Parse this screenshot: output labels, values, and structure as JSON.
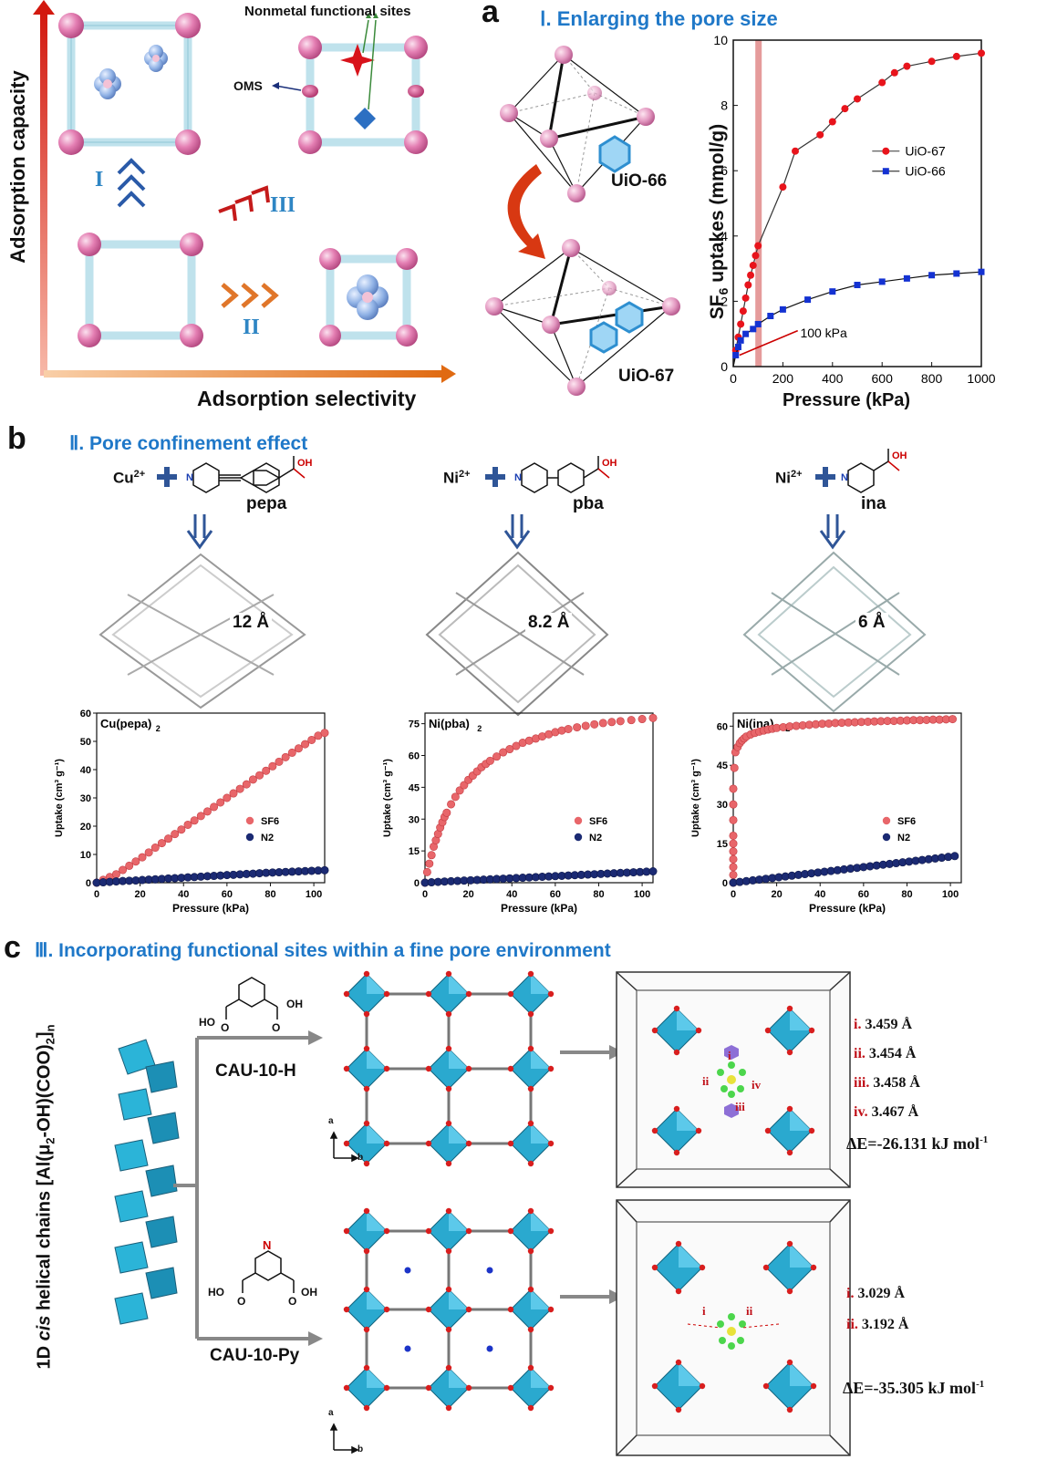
{
  "schematic": {
    "y_axis_label": "Adsorption capacity",
    "x_axis_label": "Adsorption selectivity",
    "label_nonmetal": "Nonmetal functional sites",
    "label_oms": "OMS",
    "route_I": "I",
    "route_II": "II",
    "route_III": "III"
  },
  "panel_a": {
    "letter": "a",
    "title": "Ⅰ. Enlarging the pore size",
    "mof_top": "UiO-66",
    "mof_bottom": "UiO-67",
    "colors": {
      "uio67": "#e8141c",
      "uio66": "#1432d2",
      "highlight": "#e59b9b"
    }
  },
  "chart_data": [
    {
      "type": "line",
      "ylabel_main": "SF",
      "ylabel_sub": "6",
      "ylabel_rest": " uptakes (mmol/g)",
      "xlabel": "Pressure (kPa)",
      "xlim": [
        0,
        1000
      ],
      "ylim": [
        0,
        10
      ],
      "xticks": [
        "0",
        "200",
        "400",
        "600",
        "800",
        "1000"
      ],
      "yticks": [
        "0",
        "2",
        "4",
        "6",
        "8",
        "10"
      ],
      "highlight_x": 100,
      "annotation": "100 kPa",
      "legend": [
        "UiO-67",
        "UiO-66"
      ],
      "series": [
        {
          "name": "UiO-67",
          "x": [
            10,
            20,
            30,
            40,
            50,
            60,
            70,
            80,
            90,
            100,
            200,
            250,
            350,
            400,
            450,
            500,
            600,
            650,
            700,
            800,
            900,
            1000
          ],
          "y": [
            0.5,
            0.9,
            1.3,
            1.7,
            2.1,
            2.5,
            2.8,
            3.1,
            3.4,
            3.7,
            5.5,
            6.6,
            7.1,
            7.5,
            7.9,
            8.2,
            8.7,
            9.0,
            9.2,
            9.35,
            9.5,
            9.6
          ]
        },
        {
          "name": "UiO-66",
          "x": [
            10,
            20,
            30,
            50,
            80,
            100,
            150,
            200,
            300,
            400,
            500,
            600,
            700,
            800,
            900,
            1000
          ],
          "y": [
            0.35,
            0.6,
            0.8,
            1.0,
            1.15,
            1.3,
            1.55,
            1.75,
            2.05,
            2.3,
            2.5,
            2.6,
            2.7,
            2.8,
            2.85,
            2.9
          ]
        }
      ]
    },
    {
      "type": "scatter",
      "title": "Cu(pepa)",
      "title_sub": "2",
      "xlabel": "Pressure (kPa)",
      "ylabel": "Uptake (cm³ g⁻¹)",
      "xlim": [
        0,
        105
      ],
      "ylim": [
        0,
        60
      ],
      "xticks": [
        "0",
        "20",
        "40",
        "60",
        "80",
        "100"
      ],
      "yticks": [
        "0",
        "10",
        "20",
        "30",
        "40",
        "50",
        "60"
      ],
      "legend": [
        "SF6",
        "N2"
      ],
      "series": [
        {
          "name": "SF6",
          "x": [
            0,
            3,
            6,
            9,
            12,
            15,
            18,
            21,
            24,
            27,
            30,
            33,
            36,
            39,
            42,
            45,
            48,
            51,
            54,
            57,
            60,
            63,
            66,
            69,
            72,
            75,
            78,
            81,
            84,
            87,
            90,
            93,
            96,
            99,
            102,
            105
          ],
          "y": [
            0,
            1,
            2,
            3,
            4.5,
            6,
            7.5,
            9,
            10.7,
            12.4,
            14,
            15.6,
            17.2,
            18.8,
            20.5,
            22,
            23.6,
            25.2,
            26.8,
            28.4,
            30,
            31.6,
            33.2,
            34.8,
            36.5,
            38,
            39.6,
            41.2,
            42.8,
            44.4,
            46,
            47.5,
            49,
            50.5,
            52,
            53
          ]
        },
        {
          "name": "N2",
          "x": [
            0,
            3,
            6,
            9,
            12,
            15,
            18,
            21,
            24,
            27,
            30,
            33,
            36,
            39,
            42,
            45,
            48,
            51,
            54,
            57,
            60,
            63,
            66,
            69,
            72,
            75,
            78,
            81,
            84,
            87,
            90,
            93,
            96,
            99,
            102,
            105
          ],
          "y": [
            0,
            0.15,
            0.3,
            0.45,
            0.6,
            0.7,
            0.8,
            0.95,
            1.1,
            1.2,
            1.35,
            1.5,
            1.6,
            1.75,
            1.9,
            2.0,
            2.15,
            2.3,
            2.4,
            2.55,
            2.7,
            2.8,
            2.95,
            3.1,
            3.2,
            3.35,
            3.5,
            3.6,
            3.7,
            3.8,
            3.9,
            4.0,
            4.1,
            4.2,
            4.3,
            4.4
          ]
        }
      ]
    },
    {
      "type": "scatter",
      "title": "Ni(pba)",
      "title_sub": "2",
      "xlabel": "Pressure (kPa)",
      "ylabel": "Uptake (cm³ g⁻¹)",
      "xlim": [
        0,
        105
      ],
      "ylim": [
        0,
        80
      ],
      "xticks": [
        "0",
        "20",
        "40",
        "60",
        "80",
        "100"
      ],
      "yticks": [
        "0",
        "15",
        "30",
        "45",
        "60",
        "75"
      ],
      "legend": [
        "SF6",
        "N2"
      ],
      "series": [
        {
          "name": "SF6",
          "x": [
            0,
            1,
            2,
            3,
            4,
            5,
            6,
            7,
            8,
            9,
            10,
            12,
            14,
            16,
            18,
            20,
            22,
            24,
            26,
            28,
            30,
            33,
            36,
            39,
            42,
            45,
            48,
            51,
            54,
            57,
            60,
            63,
            66,
            70,
            74,
            78,
            82,
            86,
            90,
            95,
            100,
            105
          ],
          "y": [
            0,
            5,
            9,
            13,
            17,
            20,
            23,
            26,
            28.5,
            31,
            33,
            37,
            40.5,
            43.5,
            46,
            48.5,
            50.5,
            52.5,
            54.5,
            56,
            57.5,
            59.5,
            61.5,
            63,
            64.5,
            66,
            67,
            68,
            69,
            70,
            71,
            71.8,
            72.5,
            73.3,
            74,
            74.7,
            75.3,
            75.8,
            76.2,
            76.7,
            77.2,
            77.7
          ]
        },
        {
          "name": "N2",
          "x": [
            0,
            3,
            6,
            9,
            12,
            15,
            18,
            21,
            24,
            27,
            30,
            33,
            36,
            39,
            42,
            45,
            48,
            51,
            54,
            57,
            60,
            63,
            66,
            69,
            72,
            75,
            78,
            81,
            84,
            87,
            90,
            93,
            96,
            99,
            102,
            105
          ],
          "y": [
            0,
            0.2,
            0.4,
            0.55,
            0.7,
            0.85,
            1.0,
            1.15,
            1.3,
            1.45,
            1.6,
            1.75,
            1.9,
            2.05,
            2.2,
            2.35,
            2.5,
            2.65,
            2.8,
            2.95,
            3.1,
            3.25,
            3.4,
            3.55,
            3.7,
            3.85,
            4.0,
            4.15,
            4.3,
            4.45,
            4.6,
            4.75,
            4.9,
            5.05,
            5.2,
            5.35
          ]
        }
      ]
    },
    {
      "type": "scatter",
      "title": "Ni(ina)",
      "title_sub": "2",
      "xlabel": "Pressure (kPa)",
      "ylabel": "Uptake (cm³ g⁻¹)",
      "xlim": [
        0,
        105
      ],
      "ylim": [
        0,
        65
      ],
      "xticks": [
        "0",
        "20",
        "40",
        "60",
        "80",
        "100"
      ],
      "yticks": [
        "0",
        "15",
        "30",
        "45",
        "60"
      ],
      "legend": [
        "SF6",
        "N2"
      ],
      "series": [
        {
          "name": "SF6",
          "x": [
            0,
            0,
            0,
            0,
            0,
            0,
            0,
            0,
            0,
            0,
            0.5,
            1,
            2,
            3,
            4,
            5,
            6,
            8,
            10,
            12,
            14,
            16,
            18,
            20,
            23,
            26,
            29,
            32,
            35,
            38,
            41,
            44,
            47,
            50,
            53,
            56,
            59,
            62,
            65,
            68,
            71,
            74,
            77,
            80,
            83,
            86,
            89,
            92,
            95,
            98,
            101
          ],
          "y": [
            0,
            3,
            6,
            9,
            12,
            15,
            18,
            24,
            30,
            36,
            44,
            50,
            52,
            53.5,
            54.5,
            55.3,
            56,
            56.8,
            57.4,
            57.9,
            58.3,
            58.7,
            59.0,
            59.3,
            59.6,
            59.9,
            60.1,
            60.3,
            60.5,
            60.7,
            60.9,
            61.0,
            61.2,
            61.3,
            61.4,
            61.5,
            61.6,
            61.7,
            61.8,
            61.9,
            62.0,
            62.0,
            62.1,
            62.2,
            62.3,
            62.3,
            62.4,
            62.5,
            62.5,
            62.6,
            62.7
          ]
        },
        {
          "name": "N2",
          "x": [
            0,
            3,
            6,
            9,
            12,
            15,
            18,
            21,
            24,
            27,
            30,
            33,
            36,
            39,
            42,
            45,
            48,
            51,
            54,
            57,
            60,
            63,
            66,
            69,
            72,
            75,
            78,
            81,
            84,
            87,
            90,
            93,
            96,
            99,
            102
          ],
          "y": [
            0,
            0.3,
            0.6,
            0.9,
            1.2,
            1.5,
            1.8,
            2.1,
            2.4,
            2.7,
            3.0,
            3.3,
            3.6,
            3.9,
            4.2,
            4.5,
            4.8,
            5.1,
            5.4,
            5.7,
            6.0,
            6.3,
            6.6,
            6.9,
            7.2,
            7.5,
            7.8,
            8.1,
            8.4,
            8.7,
            9.0,
            9.3,
            9.6,
            9.9,
            10.2
          ]
        }
      ]
    }
  ],
  "panel_b": {
    "letter": "b",
    "title": "Ⅱ. Pore confinement effect",
    "metals": [
      "Cu",
      "Ni",
      "Ni"
    ],
    "metal_charge": "2+",
    "linkers": [
      "pepa",
      "pba",
      "ina"
    ],
    "pore_sizes": [
      "12 Å",
      "8.2 Å",
      "6 Å"
    ],
    "oh_label": "OH",
    "o_label": "O",
    "n_label": "N"
  },
  "panel_c": {
    "letter": "c",
    "title": "Ⅲ. Incorporating functional sites within a fine pore environment",
    "chain_label_pre": "1D ",
    "chain_label_cis": "cis",
    "chain_label_post": " helical chains [Al(μ",
    "chain_label_sub2": "2",
    "chain_label_post2": "-OH)(COO)",
    "chain_label_sub3": "2",
    "chain_label_end": "]",
    "chain_label_n": "n",
    "mof_h": "CAU-10-H",
    "mof_py": "CAU-10-Py",
    "axis_a": "a",
    "axis_b": "b",
    "ho": "HO",
    "oh": "OH",
    "o": "O",
    "n": "N",
    "distances_h": [
      {
        "id": "i.",
        "val": "3.459 Å"
      },
      {
        "id": "ii.",
        "val": "3.454 Å"
      },
      {
        "id": "iii.",
        "val": "3.458 Å"
      },
      {
        "id": "iv.",
        "val": "3.467 Å"
      }
    ],
    "energy_h": "ΔE=-26.131 kJ mol",
    "energy_h_sup": "-1",
    "distances_py": [
      {
        "id": "i.",
        "val": "3.029 Å"
      },
      {
        "id": "ii.",
        "val": "3.192 Å"
      }
    ],
    "energy_py": "ΔE=-35.305 kJ mol",
    "energy_py_sup": "-1",
    "site_labels_h": [
      "i",
      "ii",
      "iii",
      "iv"
    ],
    "site_labels_py": [
      "i",
      "ii"
    ]
  }
}
